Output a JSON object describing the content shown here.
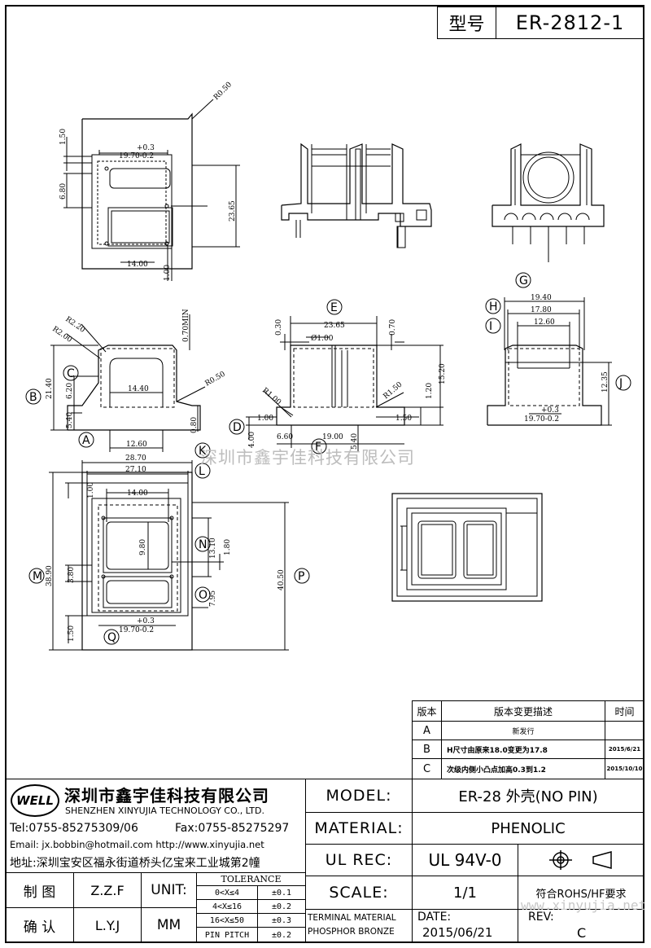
{
  "header": {
    "model_label": "型号",
    "model_value": "ER-2812-1"
  },
  "watermark": "深圳市鑫宇佳科技有限公司",
  "watermark_url": "www.xinyujia.net",
  "views": {
    "top": {
      "r050": "R0.50",
      "d150": "1.50",
      "d03": "+0.3",
      "d1970": "19.70-0.2",
      "d680": "6.80",
      "d2365": "23.65",
      "d1400": "14.00",
      "d100": "1.00"
    },
    "side": {
      "r220": "R2.20",
      "r200": "R2.00",
      "d070min": "0.70MIN",
      "b": "B",
      "c": "C",
      "d2140": "21.40",
      "d620": "6.20",
      "d1440": "14.40",
      "r050": "R0.50",
      "d540": "5.40",
      "a": "A",
      "d080": "0.80",
      "d1260": "12.60"
    },
    "front": {
      "e": "E",
      "d2365": "23.65",
      "d030": "0.30",
      "d100dia": "Ø1.00",
      "d070": "0.70",
      "d120": "1.20",
      "d1520": "15.20",
      "r100": "R1.00",
      "r150": "R1.50",
      "d100": "1.00",
      "d150": "1.50",
      "d": "D",
      "d660": "6.60",
      "d1900": "19.00",
      "d400": "4.00",
      "f": "F",
      "d540": "5.40"
    },
    "right": {
      "g": "G",
      "d1940": "19.40",
      "h": "H",
      "d1780": "17.80",
      "i": "I",
      "d1260": "12.60",
      "d1235": "12.35",
      "j": "J",
      "d03": "+0.3",
      "d1970": "19.70-0.2"
    },
    "bottom": {
      "d2870": "28.70",
      "d2710": "27.10",
      "k": "K",
      "l": "L",
      "d100": "1.00",
      "d1400": "14.00",
      "d980": "9.80",
      "n": "N",
      "d1310": "13.10",
      "d180": "1.80",
      "m": "M",
      "d3890": "38.90",
      "d380": "3.80",
      "p": "P",
      "d4050": "40.50",
      "o": "O",
      "d795": "7.95",
      "d150": "1.50",
      "d03": "+0.3",
      "d1970": "19.70-0.2",
      "q": "Q"
    }
  },
  "revision_table": {
    "headers": [
      "版本",
      "版本变更描述",
      "时间"
    ],
    "rows": [
      {
        "ver": "A",
        "desc": "新发行",
        "date": ""
      },
      {
        "ver": "B",
        "desc": "H尺寸由原来18.0变更为17.8",
        "date": "2015/6/21"
      },
      {
        "ver": "C",
        "desc": "次级内侧小凸点加高0.3到1.2",
        "date": "2015/10/10"
      }
    ]
  },
  "company": {
    "logo": "WELL",
    "name_cn": "深圳市鑫宇佳科技有限公司",
    "name_en": "SHENZHEN XINYUJIA TECHNOLOGY CO., LTD.",
    "tel": "Tel:0755-85275309/06",
    "fax": "Fax:0755-85275297",
    "email": "Email: jx.bobbin@hotmail.com http://www.xinyujia.net",
    "address": "地址:深圳宝安区福永街道桥头亿宝来工业城第2幢"
  },
  "title_block": {
    "model_label": "MODEL:",
    "model_value": "ER-28 外壳(NO PIN)",
    "material_label": "MATERIAL:",
    "material_value": "PHENOLIC",
    "ulrec_label": "UL REC:",
    "ulrec_value": "UL 94V-0",
    "scale_label": "SCALE:",
    "scale_value": "1/1",
    "rohs": "符合ROHS/HF要求",
    "terminal_material": "TERMINAL MATERIAL",
    "phosphor_bronze": "PHOSPHOR BRONZE",
    "date_label": "DATE:",
    "date_value": "2015/06/21",
    "rev_label": "REV:",
    "rev_value": "C"
  },
  "signoff": {
    "draw_label": "制 图",
    "draw_name": "Z.Z.F",
    "confirm_label": "确 认",
    "confirm_name": "L.Y.J",
    "unit_label": "UNIT:",
    "unit_value": "MM"
  },
  "tolerance": {
    "title": "TOLERANCE",
    "rows": [
      {
        "range": "0<X≤4",
        "tol": "±0.1"
      },
      {
        "range": "4<X≤16",
        "tol": "±0.2"
      },
      {
        "range": "16<X≤50",
        "tol": "±0.3"
      },
      {
        "range": "PIN PITCH",
        "tol": "±0.2"
      }
    ]
  }
}
